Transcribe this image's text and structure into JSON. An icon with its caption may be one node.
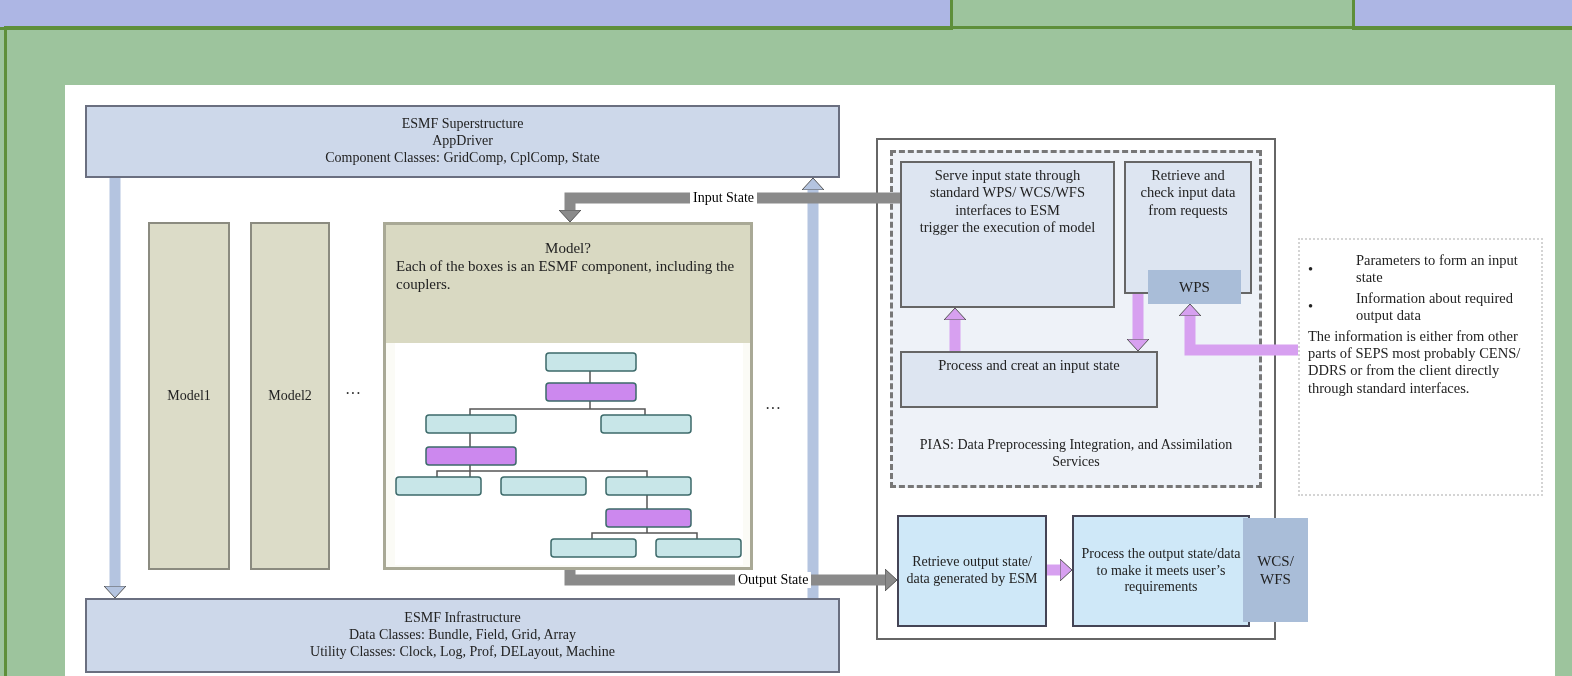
{
  "diagram": {
    "nodes": [
      {
        "text": [
          "ESMF Superstructure",
          "AppDriver",
          "Component Classes: GridComp, CplComp, State"
        ]
      },
      {
        "text": [
          "Model1"
        ]
      },
      {
        "text": [
          "Model2"
        ]
      },
      {
        "text": [
          "Model?",
          "Each of the boxes is an ESMF component, including the couplers."
        ]
      },
      {
        "text": [],
        "shape": "picture",
        "in": 3
      },
      {
        "text": [
          "ESMF Infrastructure",
          "Data Classes: Bundle, Field, Grid, Array",
          "Utility Classes: Clock, Log, Prof, DELayout, Machine"
        ]
      },
      {
        "text": [],
        "shape": "box"
      },
      {
        "text": [
          "PIAS: Data Preprocessing Integration, and Assimilation Services"
        ],
        "in": 6
      },
      {
        "text": [
          "Serve input state through standard WPS/ WCS/WFS interfaces to ESM",
          "trigger the execution of model"
        ],
        "in": 7
      },
      {
        "text": [
          "Retrieve and check input data from requests"
        ],
        "in": 7
      },
      {
        "text": [
          "WPS"
        ],
        "in": 7
      },
      {
        "text": [
          "Process and creat an input state"
        ],
        "in": 7
      },
      {
        "text": [
          "Retrieve output state/ data generated by ESM"
        ],
        "in": 6
      },
      {
        "text": [
          "Process the output state/data to make it meets user’s requirements"
        ],
        "in": 6
      },
      {
        "text": [
          "WCS/ WFS"
        ]
      },
      {
        "text": [
          "•",
          "Parameters to form an input state",
          "•",
          "Information about required output data",
          "The information is either from other parts of SEPS most probably CENS/ DDRS or from the client directly through standard interfaces."
        ]
      }
    ],
    "edges": [
      {
        "from": 0,
        "to": 5,
        "arrow": "to",
        "color": "#b4c4e0"
      },
      {
        "from": 5,
        "to": 0,
        "arrow": "to",
        "color": "#b4c4e0"
      },
      {
        "from": 8,
        "to": 3,
        "arrow": "to",
        "label": "Input State",
        "color": "#8a8a8a"
      },
      {
        "from": 3,
        "to": 12,
        "arrow": "to",
        "label": "Output State",
        "color": "#8a8a8a"
      },
      {
        "from": 11,
        "to": 8,
        "arrow": "to"
      },
      {
        "from": 9,
        "to": 11,
        "arrow": "to"
      },
      {
        "from": 15,
        "to": 10,
        "arrow": "to"
      },
      {
        "from": 12,
        "to": 13,
        "arrow": "to"
      }
    ],
    "labels": [
      "···",
      "···"
    ]
  }
}
